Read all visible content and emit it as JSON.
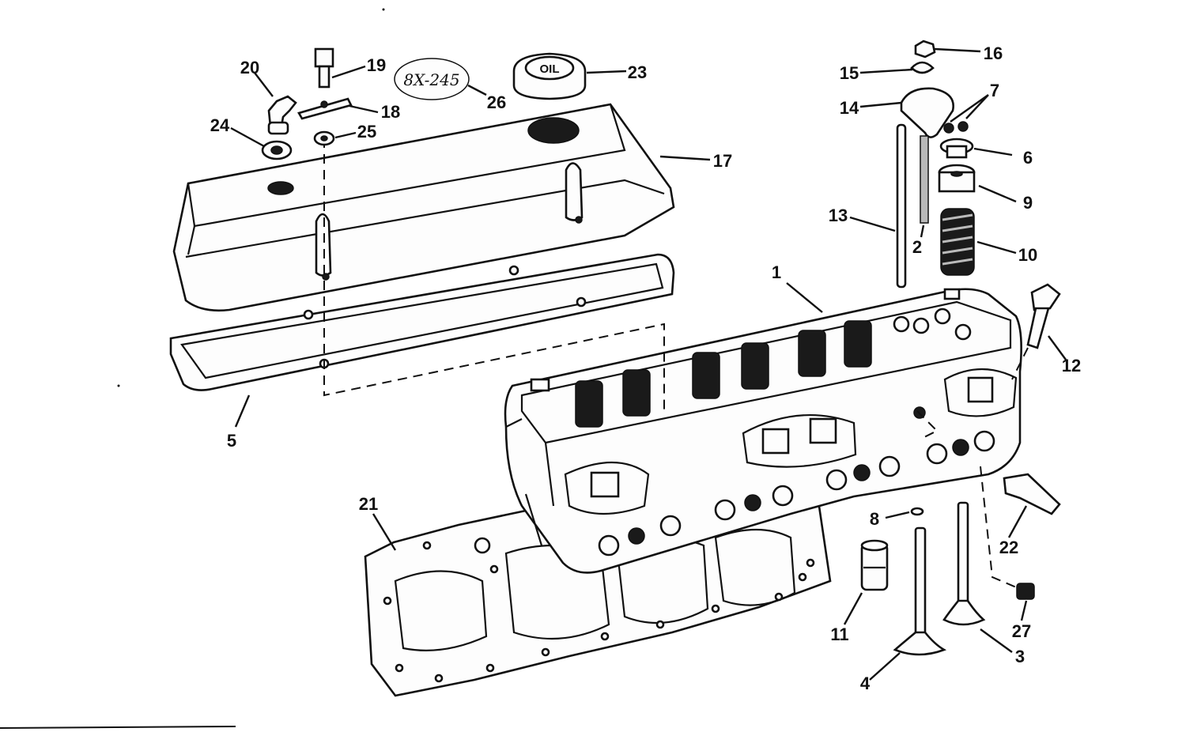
{
  "callouts": {
    "p1": "1",
    "p2": "2",
    "p3": "3",
    "p4": "4",
    "p5": "5",
    "p6": "6",
    "p7": "7",
    "p8": "8",
    "p9": "9",
    "p10": "10",
    "p11": "11",
    "p12": "12",
    "p13": "13",
    "p14": "14",
    "p15": "15",
    "p16": "16",
    "p17": "17",
    "p18": "18",
    "p19": "19",
    "p20": "20",
    "p21": "21",
    "p22": "22",
    "p23": "23",
    "p24": "24",
    "p25": "25",
    "p26": "26",
    "p27": "27"
  },
  "oil_cap_text": "OIL",
  "part_tag_text": "8X-245"
}
